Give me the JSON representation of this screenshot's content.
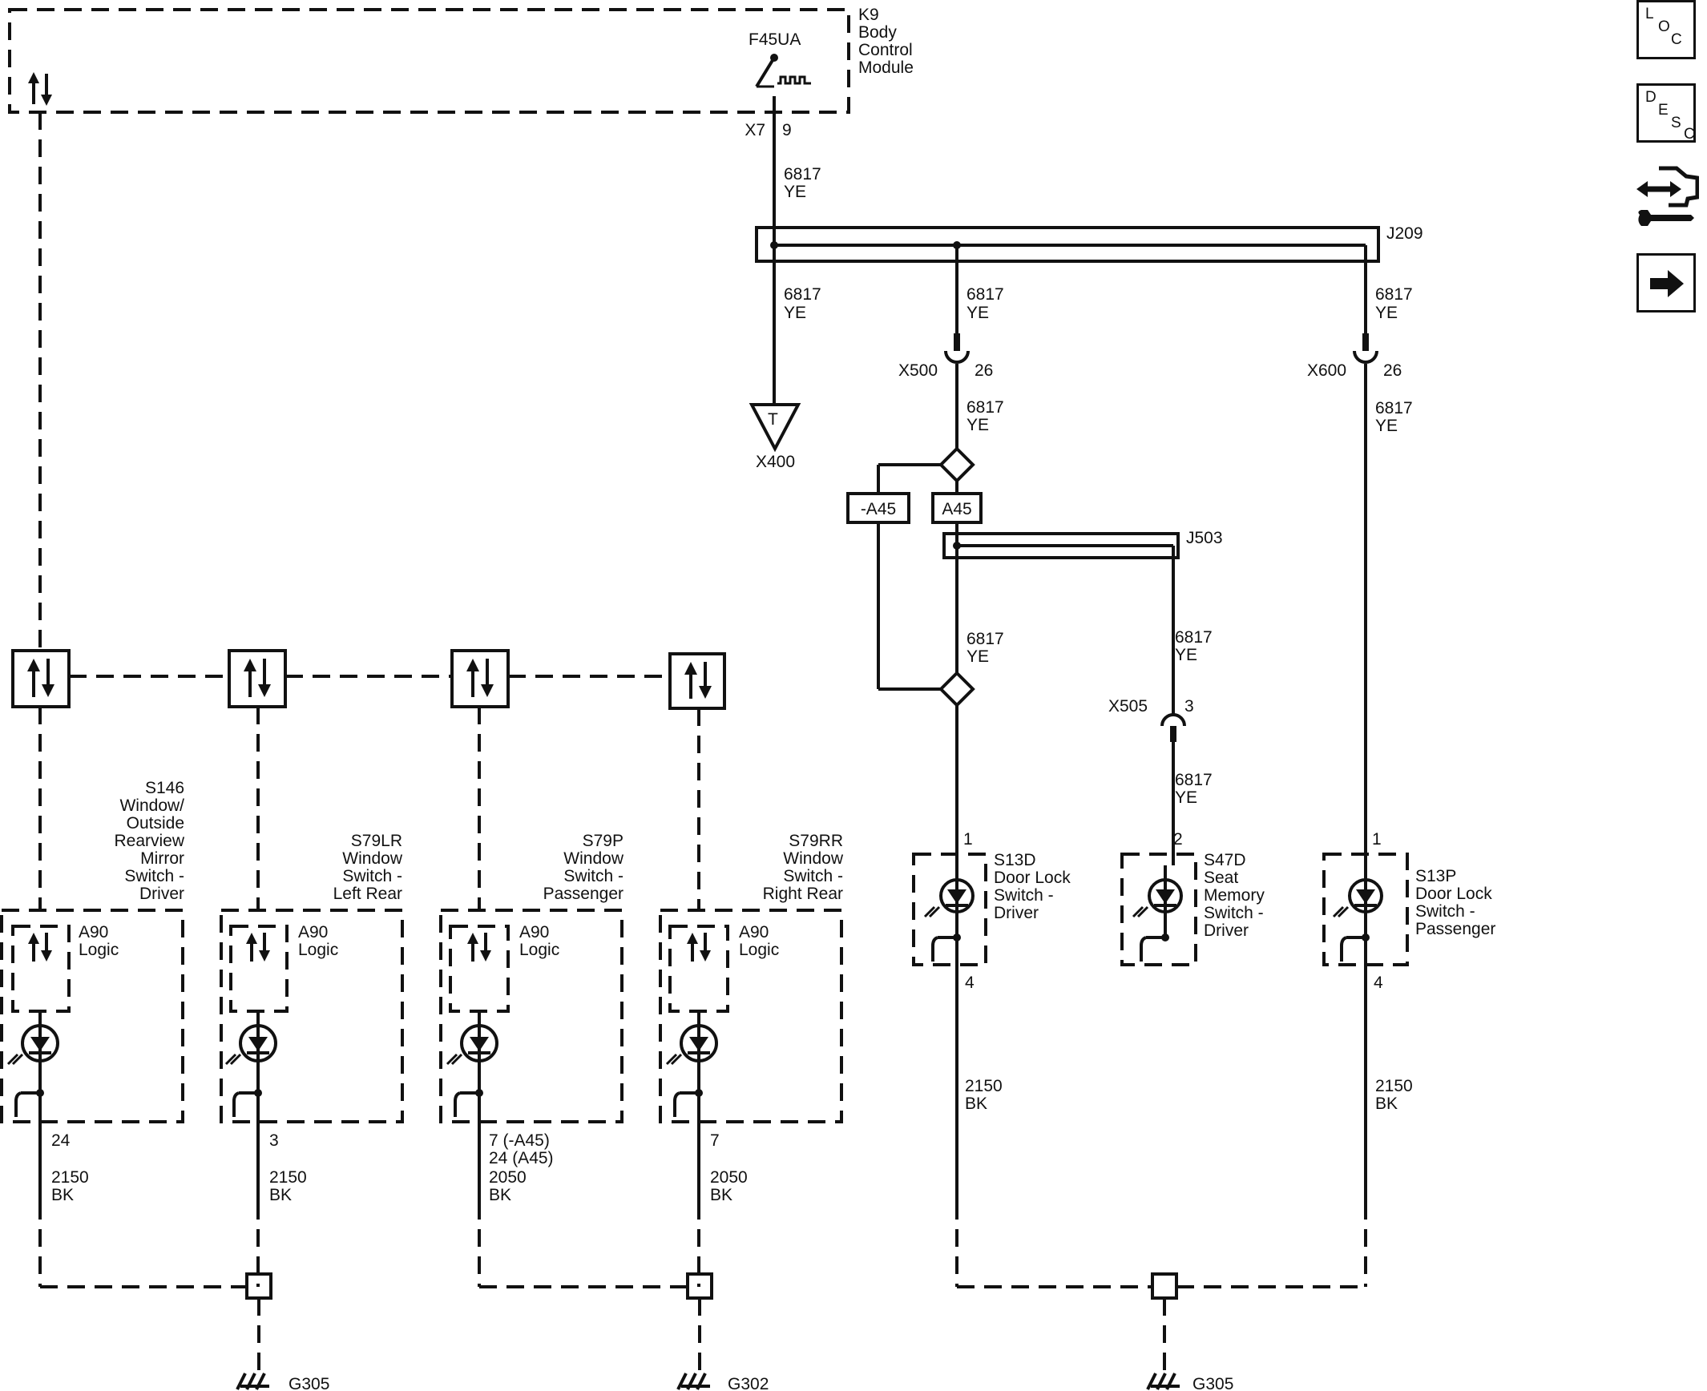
{
  "module": {
    "ref": "K9",
    "name_lines": [
      "Body",
      "Control",
      "Module"
    ],
    "output": "F45UA",
    "connector": "X7",
    "pin": "9"
  },
  "wires": {
    "signal_circuit": "6817",
    "signal_color": "YE",
    "ground_circuit_a": "2150",
    "ground_circuit_b": "2050",
    "ground_color": "BK"
  },
  "splices": {
    "main": "J209",
    "secondary": "J503"
  },
  "inline_connectors": [
    {
      "ref": "X500",
      "pin": "26"
    },
    {
      "ref": "X600",
      "pin": "26"
    },
    {
      "ref": "X505",
      "pin": "3"
    },
    {
      "ref": "X400",
      "symbol": "T"
    }
  ],
  "options": {
    "not_a45": "-A45",
    "a45": "A45"
  },
  "window_switches": [
    {
      "ref": "S146",
      "name_lines": [
        "Window/",
        "Outside",
        "Rearview",
        "Mirror",
        "Switch -",
        "Driver"
      ],
      "ground_pin": "24",
      "ground_circuit": "2150"
    },
    {
      "ref": "S79LR",
      "name_lines": [
        "Window",
        "Switch -",
        "Left Rear"
      ],
      "ground_pin": "3",
      "ground_circuit": "2150"
    },
    {
      "ref": "S79P",
      "name_lines": [
        "Window",
        "Switch -",
        "Passenger"
      ],
      "ground_pin_lines": [
        "7 (-A45)",
        "24 (A45)"
      ],
      "ground_circuit": "2050"
    },
    {
      "ref": "S79RR",
      "name_lines": [
        "Window",
        "Switch -",
        "Right Rear"
      ],
      "ground_pin": "7",
      "ground_circuit": "2050"
    }
  ],
  "logic_block": {
    "ref": "A90",
    "label": "Logic"
  },
  "door_switches": [
    {
      "ref": "S13D",
      "name_lines": [
        "Door Lock",
        "Switch -",
        "Driver"
      ],
      "pin_in": "1",
      "pin_out": "4"
    },
    {
      "ref": "S47D",
      "name_lines": [
        "Seat",
        "Memory",
        "Switch -",
        "Driver"
      ],
      "pin_in": "2"
    },
    {
      "ref": "S13P",
      "name_lines": [
        "Door Lock",
        "Switch -",
        "Passenger"
      ],
      "pin_in": "1",
      "pin_out": "4"
    }
  ],
  "grounds": [
    "G305",
    "G302",
    "G305"
  ],
  "nav": {
    "loc": [
      "L",
      "O",
      "C"
    ],
    "desc": [
      "D",
      "E",
      "S",
      "C"
    ]
  }
}
